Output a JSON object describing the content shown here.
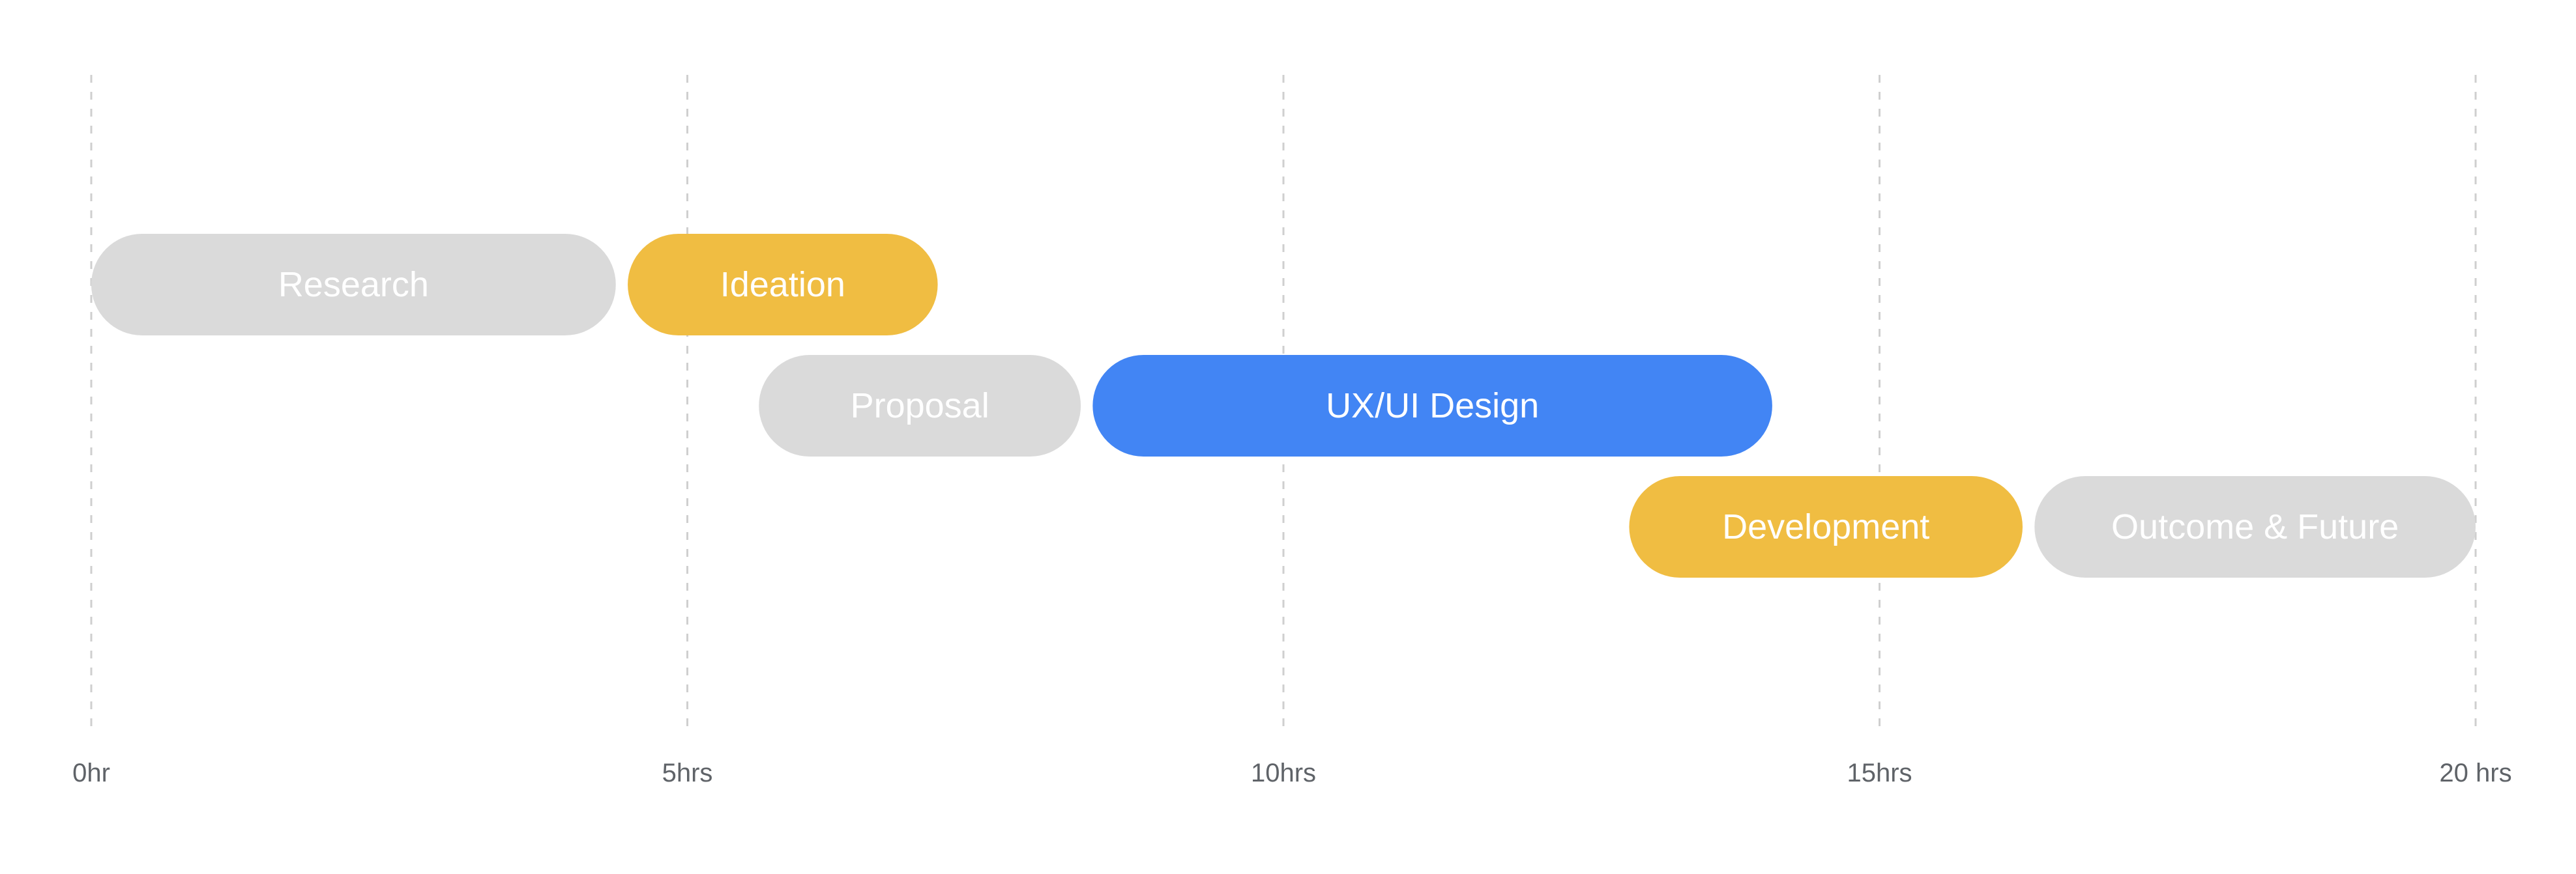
{
  "chart_data": {
    "type": "gantt",
    "title": "",
    "xlabel": "",
    "ylabel": "",
    "xlim": [
      0,
      20
    ],
    "grid": true,
    "x_ticks": [
      {
        "value": 0,
        "label": "0hr"
      },
      {
        "value": 5,
        "label": "5hrs"
      },
      {
        "value": 10,
        "label": "10hrs"
      },
      {
        "value": 15,
        "label": "15hrs"
      },
      {
        "value": 20,
        "label": "20 hrs"
      }
    ],
    "tasks": [
      {
        "label": "Research",
        "start": 0.0,
        "end": 4.4,
        "row": 0,
        "color": "#dadada"
      },
      {
        "label": "Ideation",
        "start": 4.5,
        "end": 7.1,
        "row": 0,
        "color": "#f0bd42"
      },
      {
        "label": "Proposal",
        "start": 5.6,
        "end": 8.3,
        "row": 1,
        "color": "#dadada"
      },
      {
        "label": "UX/UI Design",
        "start": 8.4,
        "end": 14.1,
        "row": 1,
        "color": "#4285f4"
      },
      {
        "label": "Development",
        "start": 12.9,
        "end": 16.2,
        "row": 2,
        "color": "#f0bd42"
      },
      {
        "label": "Outcome & Future",
        "start": 16.3,
        "end": 20.0,
        "row": 2,
        "color": "#dadada"
      }
    ]
  }
}
